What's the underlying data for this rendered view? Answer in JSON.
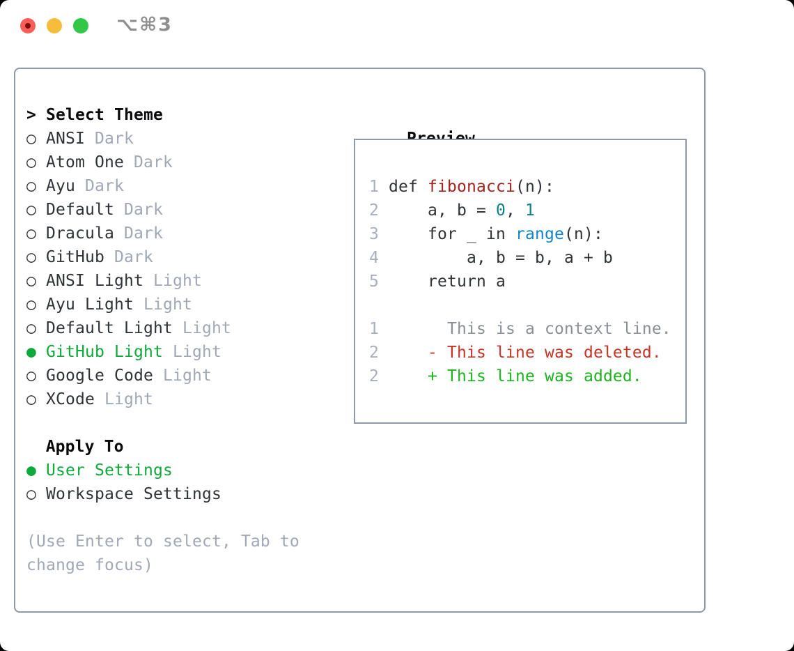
{
  "window": {
    "shortcut": "⌥⌘3",
    "traffic_lights": [
      {
        "name": "close-button",
        "color": "#f95e56",
        "has_dot": true,
        "dot_color": "#7c100d"
      },
      {
        "name": "minimize-button",
        "color": "#f6bd3a",
        "has_dot": false
      },
      {
        "name": "zoom-button",
        "color": "#32c845",
        "has_dot": false
      }
    ]
  },
  "colors": {
    "panel-border": "#8e98a6",
    "heading": "#0a0a0c",
    "text": "#2f3338",
    "muted": "#a0a8b6",
    "lnum": "#a7afbd",
    "green": "#0fa83a",
    "green-add": "#1cb31f",
    "red-del": "#c73425",
    "red-func": "#a5231f",
    "teal-num": "#0f7e87",
    "blue-builtin": "#1484c8",
    "ctx": "#8b9095"
  },
  "theme_panel": {
    "header": {
      "marker": ">",
      "label": "Select Theme"
    },
    "markers": {
      "selected": "●",
      "unselected": "○"
    },
    "themes": [
      {
        "name": "ANSI",
        "variant": "Dark",
        "selected": false
      },
      {
        "name": "Atom One",
        "variant": "Dark",
        "selected": false
      },
      {
        "name": "Ayu",
        "variant": "Dark",
        "selected": false
      },
      {
        "name": "Default",
        "variant": "Dark",
        "selected": false
      },
      {
        "name": "Dracula",
        "variant": "Dark",
        "selected": false
      },
      {
        "name": "GitHub",
        "variant": "Dark",
        "selected": false
      },
      {
        "name": "ANSI Light",
        "variant": "Light",
        "selected": false
      },
      {
        "name": "Ayu Light",
        "variant": "Light",
        "selected": false
      },
      {
        "name": "Default Light",
        "variant": "Light",
        "selected": false
      },
      {
        "name": "GitHub Light",
        "variant": "Light",
        "selected": true
      },
      {
        "name": "Google Code",
        "variant": "Light",
        "selected": false
      },
      {
        "name": "XCode",
        "variant": "Light",
        "selected": false
      }
    ],
    "apply_to": {
      "label": "Apply To",
      "options": [
        {
          "name": "User Settings",
          "selected": true
        },
        {
          "name": "Workspace Settings",
          "selected": false
        }
      ]
    },
    "help_lines": [
      "(Use Enter to select, Tab to",
      "change focus)"
    ]
  },
  "preview": {
    "label": "Preview",
    "code_lines": [
      {
        "num": "1",
        "tokens": [
          {
            "t": "def ",
            "c": "text"
          },
          {
            "t": "fibonacci",
            "c": "func"
          },
          {
            "t": "(n):",
            "c": "text"
          }
        ]
      },
      {
        "num": "2",
        "tokens": [
          {
            "t": "    a, b = ",
            "c": "text"
          },
          {
            "t": "0",
            "c": "num"
          },
          {
            "t": ", ",
            "c": "text"
          },
          {
            "t": "1",
            "c": "num"
          }
        ]
      },
      {
        "num": "3",
        "tokens": [
          {
            "t": "    for _ in ",
            "c": "text"
          },
          {
            "t": "range",
            "c": "builtin"
          },
          {
            "t": "(n):",
            "c": "text"
          }
        ]
      },
      {
        "num": "4",
        "tokens": [
          {
            "t": "        a, b = b, a + b",
            "c": "text"
          }
        ]
      },
      {
        "num": "5",
        "tokens": [
          {
            "t": "    return a",
            "c": "text"
          }
        ]
      },
      {
        "blank": true
      },
      {
        "num": "1",
        "tokens": [
          {
            "t": "      This is a context line.",
            "c": "ctx"
          }
        ]
      },
      {
        "num": "2",
        "tokens": [
          {
            "t": "    - This line was deleted.",
            "c": "del"
          }
        ]
      },
      {
        "num": "2",
        "tokens": [
          {
            "t": "    + This line was added.",
            "c": "add"
          }
        ]
      }
    ]
  }
}
